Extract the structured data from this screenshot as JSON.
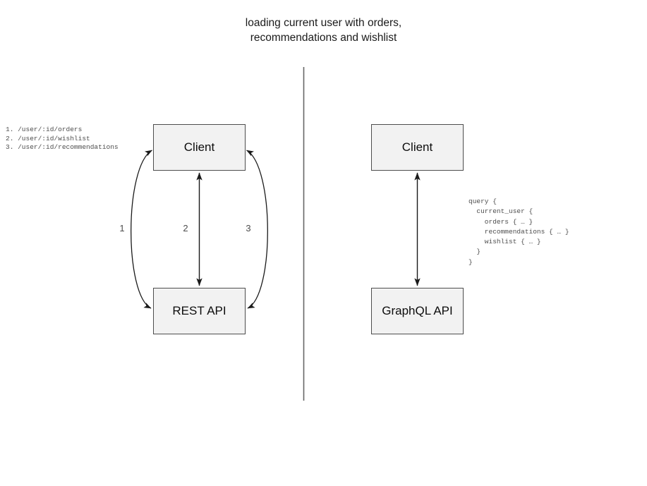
{
  "diagram": {
    "title": "loading current user with orders,\nrecommendations and wishlist",
    "divider": {
      "name": "vertical-divider",
      "color": "#666666"
    },
    "left_panel": {
      "name": "rest-approach",
      "endpoints_label": "1. /user/:id/orders\n2. /user/:id/wishlist\n3. /user/:id/recommendations",
      "nodes": [
        {
          "id": "rest-client",
          "label": "Client"
        },
        {
          "id": "rest-api",
          "label": "REST API"
        }
      ],
      "edges": [
        {
          "id": "edge-1",
          "label": "1",
          "from": "rest-client",
          "to": "rest-api",
          "shape": "curve-left",
          "arrowheads": "both"
        },
        {
          "id": "edge-2",
          "label": "2",
          "from": "rest-client",
          "to": "rest-api",
          "shape": "straight",
          "arrowheads": "both"
        },
        {
          "id": "edge-3",
          "label": "3",
          "from": "rest-client",
          "to": "rest-api",
          "shape": "curve-right",
          "arrowheads": "both"
        }
      ]
    },
    "right_panel": {
      "name": "graphql-approach",
      "query_label": "query {\n  current_user {\n    orders { … }\n    recommendations { … }\n    wishlist { … }\n  }\n}",
      "nodes": [
        {
          "id": "gql-client",
          "label": "Client"
        },
        {
          "id": "gql-api",
          "label": "GraphQL API"
        }
      ],
      "edges": [
        {
          "id": "edge-gql",
          "label": "",
          "from": "gql-client",
          "to": "gql-api",
          "shape": "straight",
          "arrowheads": "both"
        }
      ]
    },
    "colors": {
      "box_fill": "#f2f2f2",
      "box_border": "#4d4d4d",
      "line": "#333333",
      "text": "#1a1a1a",
      "mono_text": "#4d4d4d"
    }
  }
}
